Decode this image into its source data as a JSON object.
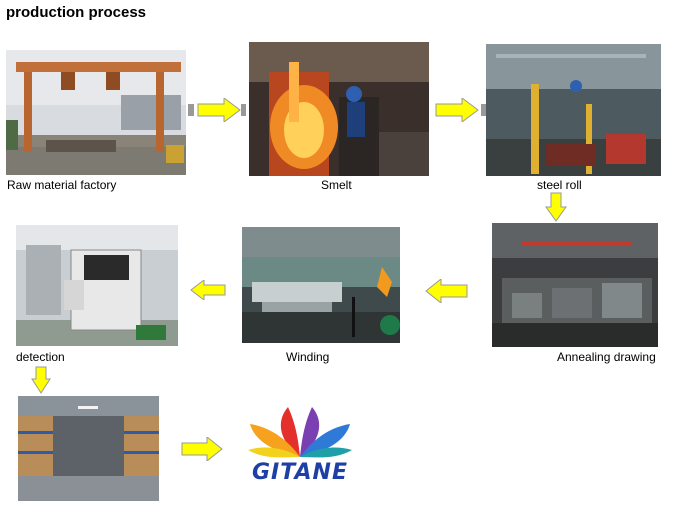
{
  "page": {
    "title": "production process"
  },
  "steps": [
    {
      "label": "Raw material factory"
    },
    {
      "label": "Smelt"
    },
    {
      "label": "steel roll"
    },
    {
      "label": "Annealing drawing"
    },
    {
      "label": "Winding"
    },
    {
      "label": "detection"
    }
  ],
  "logo": {
    "text": "GITANE"
  },
  "colors": {
    "arrow_fill": "#ffff00",
    "arrow_stroke": "#999999",
    "logo_blue": "#1d3fa6"
  }
}
